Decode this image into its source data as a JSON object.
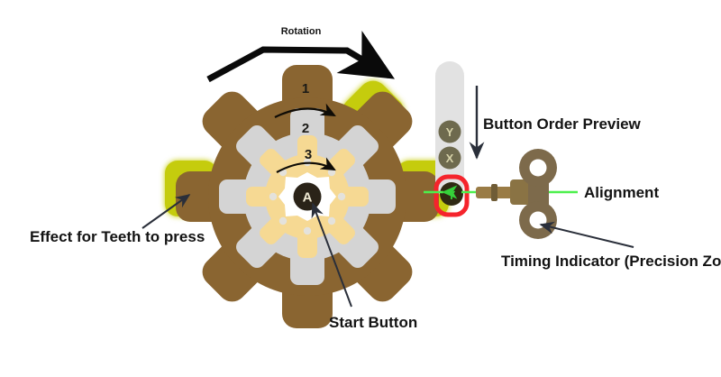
{
  "diagram": {
    "title_alt": "Gear timing minigame UI breakdown",
    "background": "#ffffff"
  },
  "annotations": {
    "rotation": "Rotation",
    "button_order_preview": "Button Order Preview",
    "alignment": "Alignment",
    "timing_indicator": "Timing Indicator (Precision Zone)",
    "effect_for_teeth": "Effect for Teeth to press",
    "start_button": "Start Button"
  },
  "gear": {
    "rings": [
      {
        "number": "1",
        "name": "outer-ring",
        "color": "#8a6531"
      },
      {
        "number": "2",
        "name": "middle-ring",
        "color": "#d4d4d4"
      },
      {
        "number": "3",
        "name": "inner-ring",
        "color": "#f6d993"
      }
    ],
    "center_button": {
      "label": "A",
      "face_color": "#2a2318",
      "halo_color": "#ffffff"
    },
    "highlight_color": "#c5cc10",
    "highlight_glow": "#e2ee4a",
    "highlighted_teeth": [
      "top-right",
      "left",
      "right"
    ]
  },
  "button_track": {
    "track_color": "#e2e2e2",
    "buttons": [
      {
        "label": "Y",
        "state": "queued",
        "face": "#6e6a4e",
        "text": "#d6d2a8"
      },
      {
        "label": "X",
        "state": "queued",
        "face": "#6e6a4e",
        "text": "#d6d2a8"
      },
      {
        "label": "Y",
        "state": "active",
        "face": "#2f2a12",
        "text": "#35d13a"
      }
    ]
  },
  "precision_zone": {
    "border_color": "#f5242c",
    "active_label": "Y"
  },
  "alignment_line": {
    "color": "#4cf04c"
  },
  "winder_key": {
    "name": "clock-winding-key",
    "body_color": "#7d6a4b",
    "shaft_color": "#9a7c46"
  },
  "colors": {
    "arrow": "#0a0a0a",
    "leader": "#2a2f3a",
    "text": "#131313"
  }
}
